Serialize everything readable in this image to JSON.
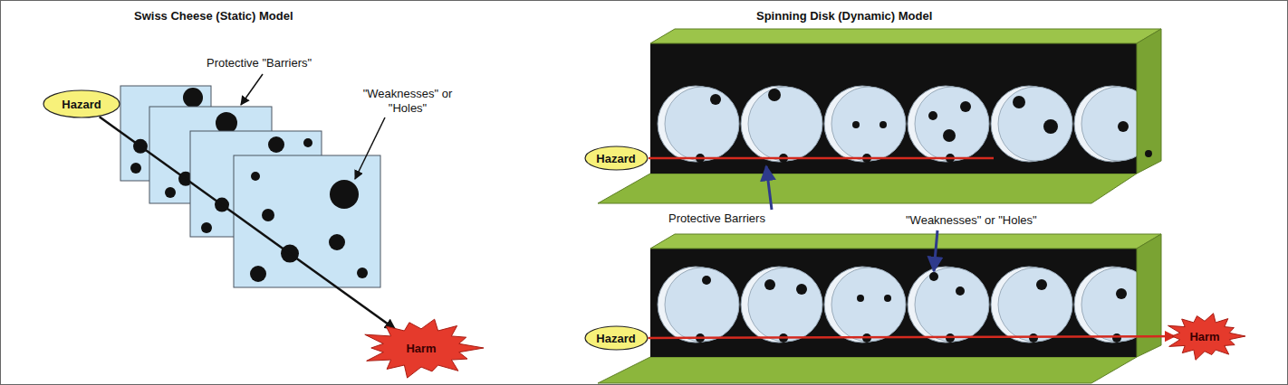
{
  "diagram": {
    "nodes": [
      {
        "text": [
          "Hazard"
        ]
      },
      {
        "text": [
          "Harm"
        ]
      },
      {
        "text": [
          "Hazard"
        ]
      },
      {
        "text": [
          "Hazard"
        ]
      },
      {
        "text": [
          "Harm"
        ]
      }
    ],
    "edges": [
      {
        "from": 0,
        "to": 1,
        "arrow": "to"
      },
      {
        "from": 3,
        "to": 4,
        "arrow": "to"
      }
    ],
    "labels": [
      "Swiss Cheese (Static) Model",
      "Protective \"Barriers\"",
      "\"Weaknesses\" or \"Holes\"",
      "Spinning Disk (Dynamic) Model",
      "Protective Barriers",
      "\"Weaknesses\" or \"Holes\""
    ]
  }
}
